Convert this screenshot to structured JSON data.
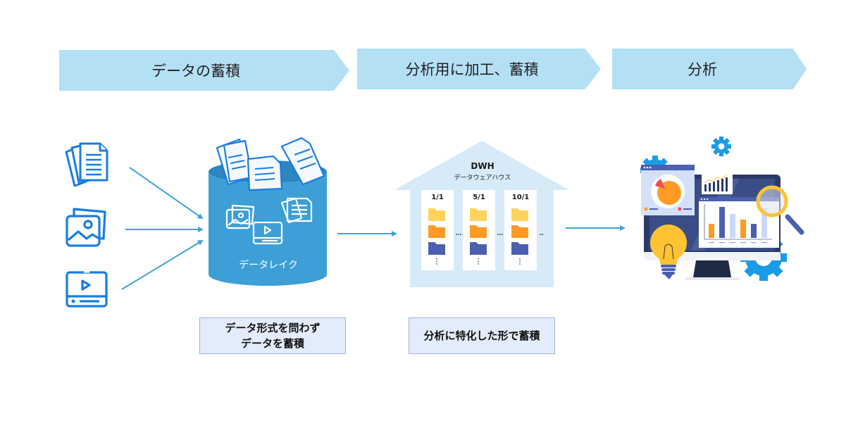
{
  "stages": [
    {
      "label": "データの蓄積"
    },
    {
      "label": "分析用に加工、蓄積"
    },
    {
      "label": "分析"
    }
  ],
  "sources": [
    {
      "icon": "documents-icon"
    },
    {
      "icon": "images-icon"
    },
    {
      "icon": "video-icon"
    }
  ],
  "data_lake": {
    "label": "データレイク",
    "caption_line1": "データ形式を問わず",
    "caption_line2": "データを蓄積"
  },
  "dwh": {
    "title": "DWH",
    "subtitle": "データウェアハウス",
    "columns": [
      {
        "date": "1/1"
      },
      {
        "date": "5/1"
      },
      {
        "date": "10/1"
      }
    ],
    "separator": "…",
    "caption": "分析に特化した形で蓄積"
  },
  "analysis": {
    "icon": "analytics-dashboard-icon"
  },
  "colors": {
    "stage_fill": "#b3e0f5",
    "arrow": "#3fa3d7",
    "icon_blue": "#1a7de0",
    "lake_blue": "#3d9fd6",
    "dwh_fill": "#d6eaf8",
    "caption_fill": "#e3ecfb",
    "folder_yellow": "#ffd35c",
    "folder_orange": "#ff9a24",
    "folder_navy": "#4a60b0"
  }
}
